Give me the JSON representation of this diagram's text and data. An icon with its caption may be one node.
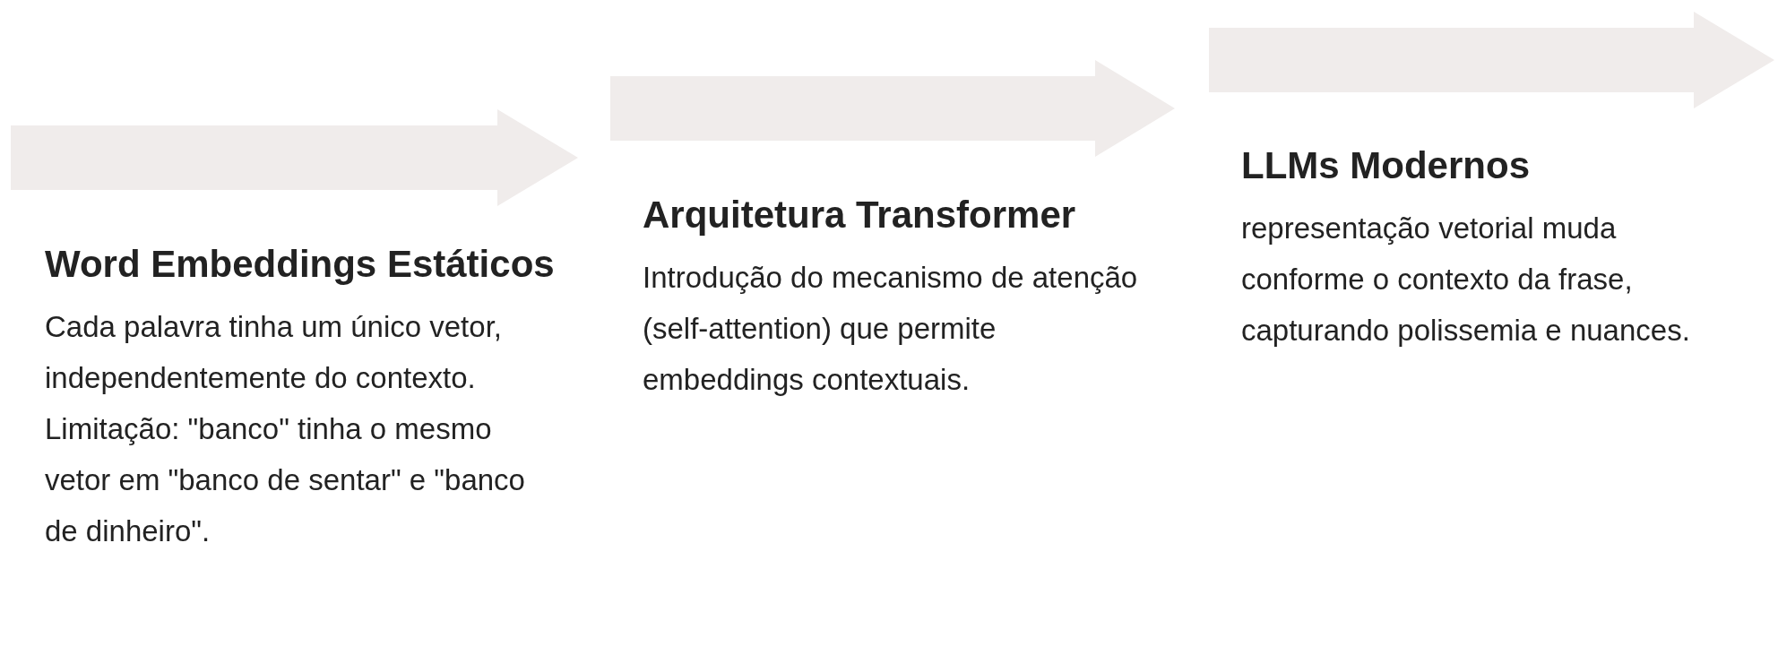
{
  "diagram": {
    "nodes": [
      {
        "text": [
          "Word Embeddings Estáticos",
          "Cada palavra tinha um único vetor, independentemente do contexto. Limitação: \"banco\" tinha o mesmo vetor em \"banco de sentar\" e \"banco de dinheiro\"."
        ]
      },
      {
        "text": [
          "Arquitetura Transformer",
          "Introdução do mecanismo de atenção (self-attention) que permite embeddings contextuais."
        ]
      },
      {
        "text": [
          "LLMs Modernos",
          "representação vetorial muda conforme o contexto da frase, capturando polissemia e nuances."
        ]
      }
    ]
  }
}
